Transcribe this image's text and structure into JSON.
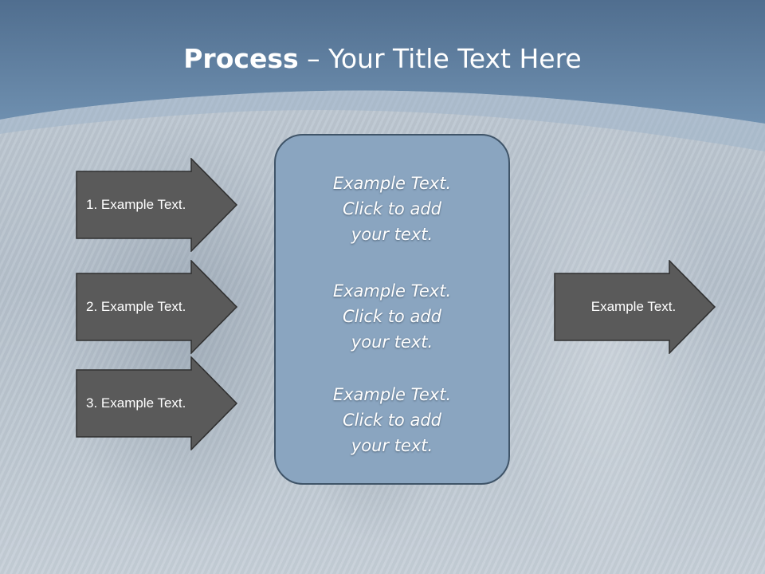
{
  "title": {
    "bold": "Process",
    "rest": " – Your Title Text Here"
  },
  "left_arrows": [
    {
      "label": "1. Example Text."
    },
    {
      "label": "2. Example Text."
    },
    {
      "label": "3. Example Text."
    }
  ],
  "center_box": {
    "blocks": [
      {
        "lines": [
          "Example Text.",
          "Click  to add",
          "your text."
        ]
      },
      {
        "lines": [
          "Example Text.",
          "Click  to add",
          "your text."
        ]
      },
      {
        "lines": [
          "Example Text.",
          "Click  to add",
          "your text."
        ]
      }
    ]
  },
  "right_arrow": {
    "label": "Example Text."
  },
  "colors": {
    "header": "#5f7f9f",
    "arrow_fill": "#5a5a5a",
    "box_fill": "#8aa5c0"
  }
}
